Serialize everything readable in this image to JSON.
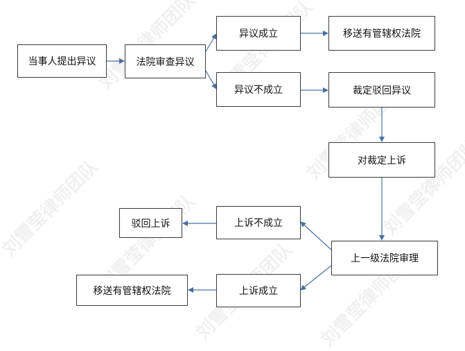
{
  "watermark": "刘雪莹律师团队",
  "nodes": {
    "objection": "当事人提出异议",
    "court_review": "法院审查异议",
    "objection_valid": "异议成立",
    "transfer_top": "移送有管辖权法院",
    "objection_invalid": "异议不成立",
    "ruling_reject": "裁定驳回异议",
    "appeal_ruling": "对裁定上诉",
    "higher_court_review": "上一级法院审理",
    "appeal_invalid": "上诉不成立",
    "reject_appeal": "驳回上诉",
    "appeal_valid": "上诉成立",
    "transfer_bottom": "移送有管辖权法院"
  },
  "colors": {
    "arrow": "#4a6fa5",
    "border": "#3a3a3a"
  }
}
